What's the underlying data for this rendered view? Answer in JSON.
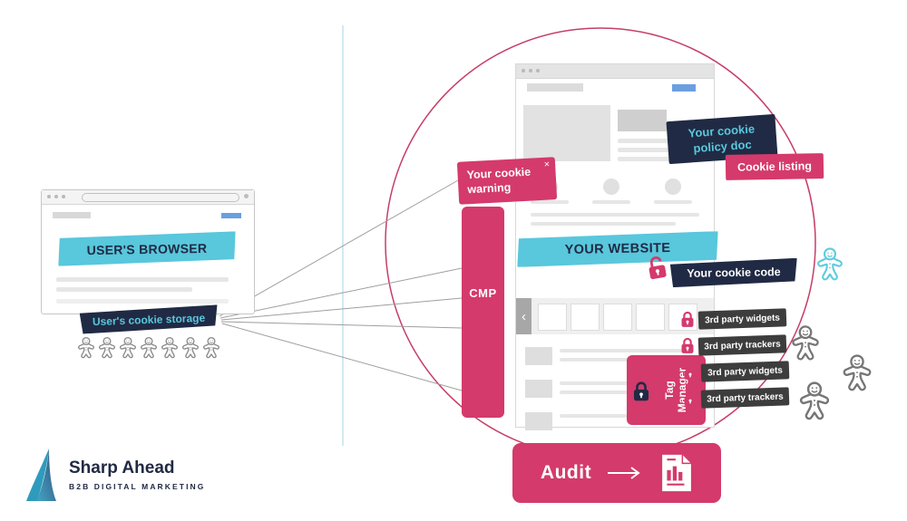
{
  "user_browser": {
    "title": "USER'S BROWSER",
    "cookie_storage_label": "User's cookie storage"
  },
  "website": {
    "title": "YOUR WEBSITE",
    "cookie_warning": "Your cookie warning",
    "cookie_warning_close": "×",
    "cmp_label": "CMP",
    "cookie_policy_doc": "Your cookie policy doc",
    "cookie_listing": "Cookie listing",
    "cookie_code": "Your cookie code",
    "tag_manager": "Tag Manager",
    "third_party": [
      {
        "label": "3rd party widgets"
      },
      {
        "label": "3rd party trackers"
      },
      {
        "label": "3rd party widgets"
      },
      {
        "label": "3rd party trackers"
      }
    ]
  },
  "audit": {
    "label": "Audit"
  },
  "brand": {
    "name": "Sharp Ahead",
    "tagline": "B2B DIGITAL MARKETING"
  },
  "colors": {
    "pink": "#d43a6b",
    "cyan": "#59c7dc",
    "navy": "#202a44",
    "label_gray": "#3d3d3d"
  }
}
